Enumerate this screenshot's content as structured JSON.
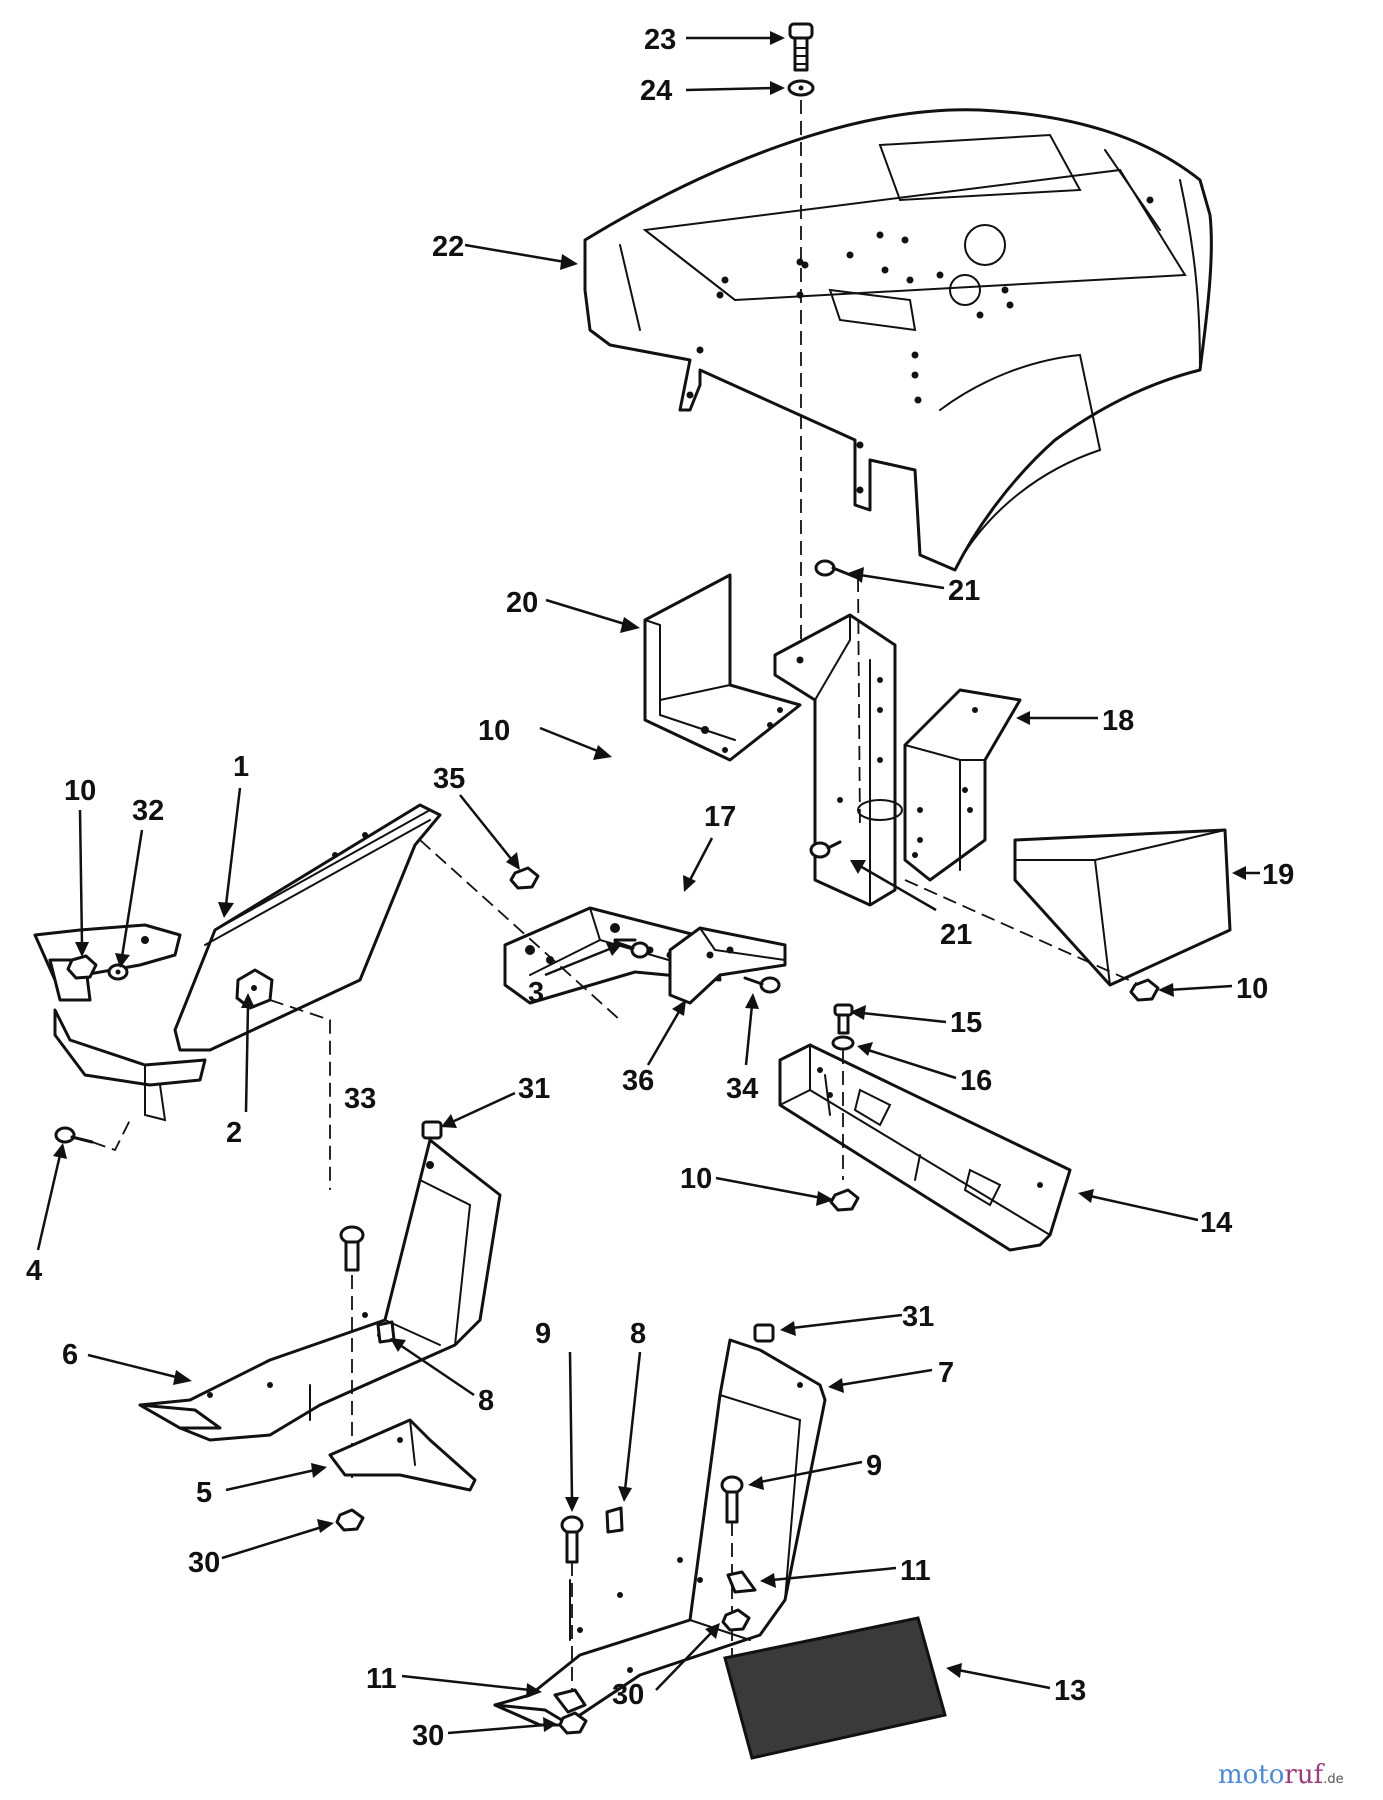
{
  "callouts": [
    {
      "id": "c23",
      "label": "23"
    },
    {
      "id": "c24",
      "label": "24"
    },
    {
      "id": "c22",
      "label": "22"
    },
    {
      "id": "c21a",
      "label": "21"
    },
    {
      "id": "c20",
      "label": "20"
    },
    {
      "id": "c18",
      "label": "18"
    },
    {
      "id": "c10a",
      "label": "10"
    },
    {
      "id": "c1",
      "label": "1"
    },
    {
      "id": "c10b",
      "label": "10"
    },
    {
      "id": "c32",
      "label": "32"
    },
    {
      "id": "c35",
      "label": "35"
    },
    {
      "id": "c17",
      "label": "17"
    },
    {
      "id": "c19",
      "label": "19"
    },
    {
      "id": "c21b",
      "label": "21"
    },
    {
      "id": "c3",
      "label": "3"
    },
    {
      "id": "c36",
      "label": "36"
    },
    {
      "id": "c34",
      "label": "34"
    },
    {
      "id": "c15",
      "label": "15"
    },
    {
      "id": "c10c",
      "label": "10"
    },
    {
      "id": "c16",
      "label": "16"
    },
    {
      "id": "c2",
      "label": "2"
    },
    {
      "id": "c33",
      "label": "33"
    },
    {
      "id": "c31a",
      "label": "31"
    },
    {
      "id": "c4",
      "label": "4"
    },
    {
      "id": "c10d",
      "label": "10"
    },
    {
      "id": "c14",
      "label": "14"
    },
    {
      "id": "c6",
      "label": "6"
    },
    {
      "id": "c8a",
      "label": "8"
    },
    {
      "id": "c9a",
      "label": "9"
    },
    {
      "id": "c8b",
      "label": "8"
    },
    {
      "id": "c31b",
      "label": "31"
    },
    {
      "id": "c7",
      "label": "7"
    },
    {
      "id": "c9b",
      "label": "9"
    },
    {
      "id": "c5",
      "label": "5"
    },
    {
      "id": "c30a",
      "label": "30"
    },
    {
      "id": "c11a",
      "label": "11"
    },
    {
      "id": "c13",
      "label": "13"
    },
    {
      "id": "c11b",
      "label": "11"
    },
    {
      "id": "c30b",
      "label": "30"
    },
    {
      "id": "c30c",
      "label": "30"
    }
  ],
  "watermark": {
    "part1": "moto",
    "part2": "ruf",
    "suffix": ".de"
  }
}
